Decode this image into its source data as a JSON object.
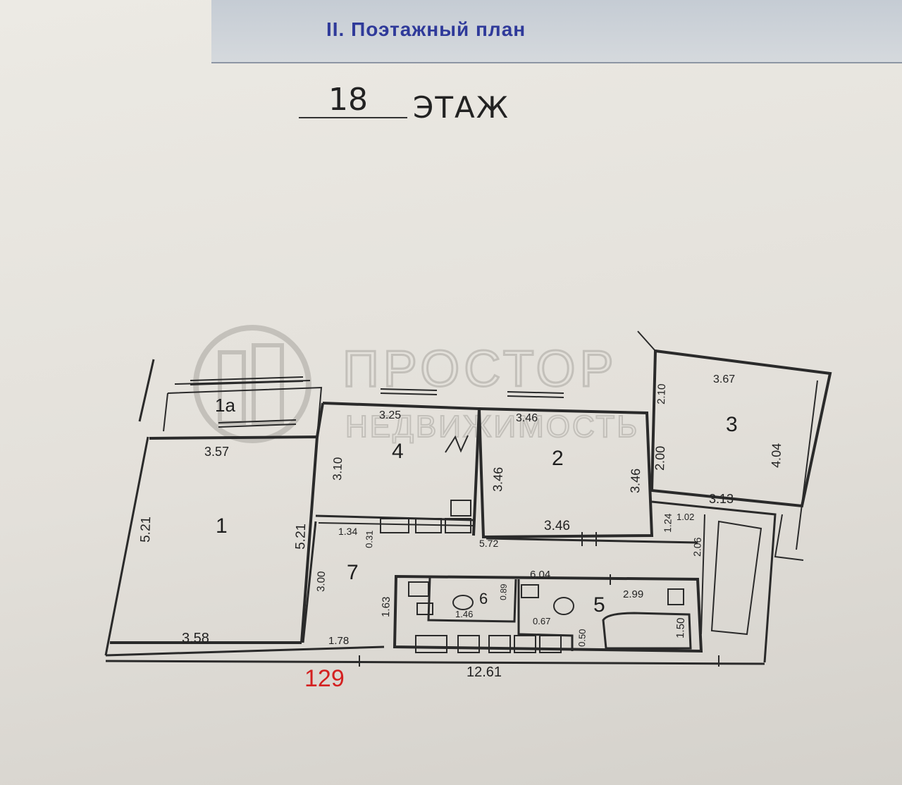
{
  "header": {
    "section_title": "II. Поэтажный план",
    "floor_number": "18",
    "floor_word": "ЭТАЖ"
  },
  "watermark": {
    "line1": "ПРОСТОР",
    "line2": "НЕДВИЖИМОСТЬ"
  },
  "rooms": {
    "r1a": "1а",
    "r1": "1",
    "r2": "2",
    "r3": "3",
    "r4": "4",
    "r5": "5",
    "r6": "6",
    "r7": "7"
  },
  "dimensions": {
    "d_357": "3.57",
    "d_521_left": "5.21",
    "d_521_right": "5.21",
    "d_358": "3.58",
    "d_325": "3.25",
    "d_310": "3.10",
    "d_346_top": "3.46",
    "d_346_left": "3.46",
    "d_346_right": "3.46",
    "d_346_bottom": "3.46",
    "d_367": "3.67",
    "d_210": "2.10",
    "d_200": "2.00",
    "d_404": "4.04",
    "d_313": "3.13",
    "d_102": "1.02",
    "d_124": "1.24",
    "d_206": "2.06",
    "d_134": "1.34",
    "d_031": "0.31",
    "d_572": "5.72",
    "d_300": "3.00",
    "d_163": "1.63",
    "d_178": "1.78",
    "d_604": "6.04",
    "d_089": "0.89",
    "d_146": "1.46",
    "d_067": "0.67",
    "d_050": "0.50",
    "d_299": "2.99",
    "d_150": "1.50",
    "d_1261": "12.61"
  },
  "apartment_number": "129",
  "colors": {
    "header_text": "#2f3a9a",
    "line": "#2a2a2a",
    "apartment_number": "#d42020",
    "watermark": "#a9a6a0"
  }
}
